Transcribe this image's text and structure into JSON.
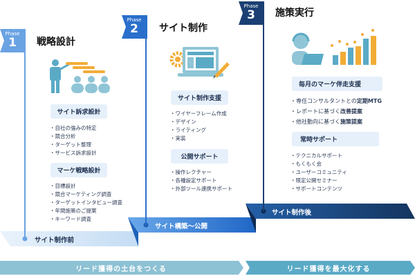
{
  "phases": [
    {
      "phase_label": "Phase",
      "number": "1",
      "title": "戦略設計",
      "color": "#6aa3e3",
      "sections": [
        {
          "heading": "サイト訴求設計",
          "items": [
            "自社の強みの特定",
            "競合分析",
            "ターゲット整理",
            "サービス訴求設計"
          ]
        },
        {
          "heading": "マーケ戦略設計",
          "items": [
            "目標設計",
            "競合マーケティング調査",
            "ターゲットインタビュー調査",
            "年間施策のご提案",
            "キーワード調査"
          ]
        }
      ],
      "step_label": "サイト制作前"
    },
    {
      "phase_label": "Phase",
      "number": "2",
      "title": "サイト制作",
      "color": "#2a6fcc",
      "sections": [
        {
          "heading": "サイト制作支援",
          "items": [
            "ワイヤーフレーム作成",
            "デザイン",
            "ライティング",
            "実装"
          ]
        },
        {
          "heading": "公開サポート",
          "items": [
            "操作レクチャー",
            "各種設定サポート",
            "外部ツール連携サポート"
          ]
        }
      ],
      "step_label": "サイト構築〜公開"
    },
    {
      "phase_label": "Phase",
      "number": "3",
      "title": "施策実行",
      "color": "#1b3f72",
      "sections": [
        {
          "heading": "毎月のマーケ伴走支援",
          "items": [
            {
              "plain": "専任コンサルタントとの",
              "bold": "定期MTG"
            },
            {
              "plain": "レポートに基づく",
              "bold": "改善提案"
            },
            {
              "plain": "他社動向に基づく",
              "bold": "施策提案"
            }
          ]
        },
        {
          "heading": "常時サポート",
          "items": [
            "テクニカルサポート",
            "もくもく会",
            "ユーザーコミュニティ",
            "限定公開セミナー",
            "サポートコンテンツ"
          ]
        }
      ],
      "step_label": "サイト制作後"
    }
  ],
  "banners": {
    "left": "リード獲得の土台をつくる",
    "right": "リード獲得を最大化する"
  },
  "icons": [
    "presenter-icon",
    "web-design-icon",
    "support-growth-icon"
  ]
}
